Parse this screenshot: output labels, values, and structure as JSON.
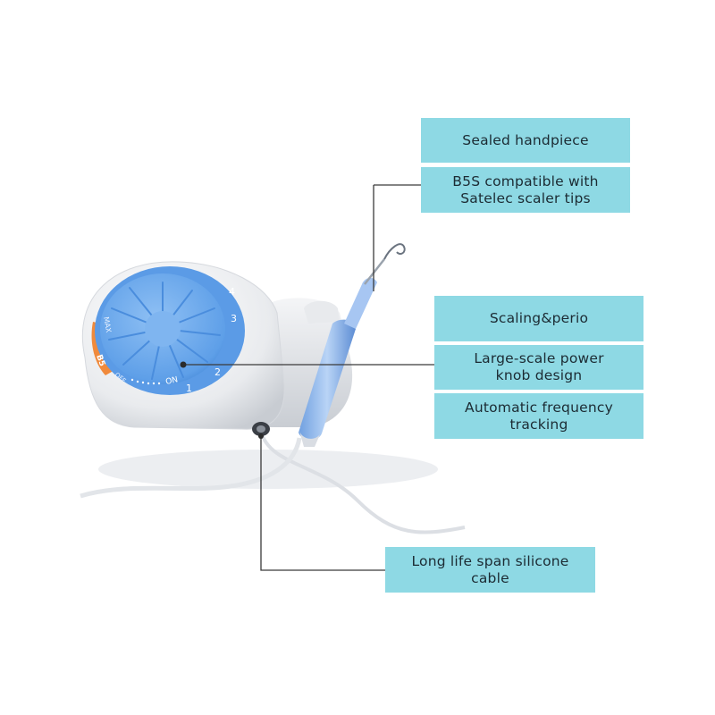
{
  "callouts": {
    "sealed_handpiece": [
      "Sealed handpiece"
    ],
    "b5s_tips": [
      "B5S compatible with",
      "Satelec scaler tips"
    ],
    "scaling_perio": [
      "Scaling&perio"
    ],
    "power_knob": [
      "Large-scale power",
      "knob design"
    ],
    "auto_frequency": [
      "Automatic frequency",
      "tracking"
    ],
    "silicone_cable": [
      "Long life span silicone",
      "cable"
    ]
  },
  "device": {
    "dial_numbers": [
      "1",
      "2",
      "3",
      "4"
    ],
    "label_on": "ON",
    "label_max": "MAX",
    "label_b5": "B5",
    "label_off": "OFF"
  },
  "colors": {
    "callout_bg": "#8ed9e4",
    "leader_line": "#3a3a3a",
    "knob_blue": "#6aa9ee",
    "body_white": "#f2f3f5",
    "handpiece_blue": "#8fb8ec",
    "accent_orange": "#f08a3c"
  }
}
